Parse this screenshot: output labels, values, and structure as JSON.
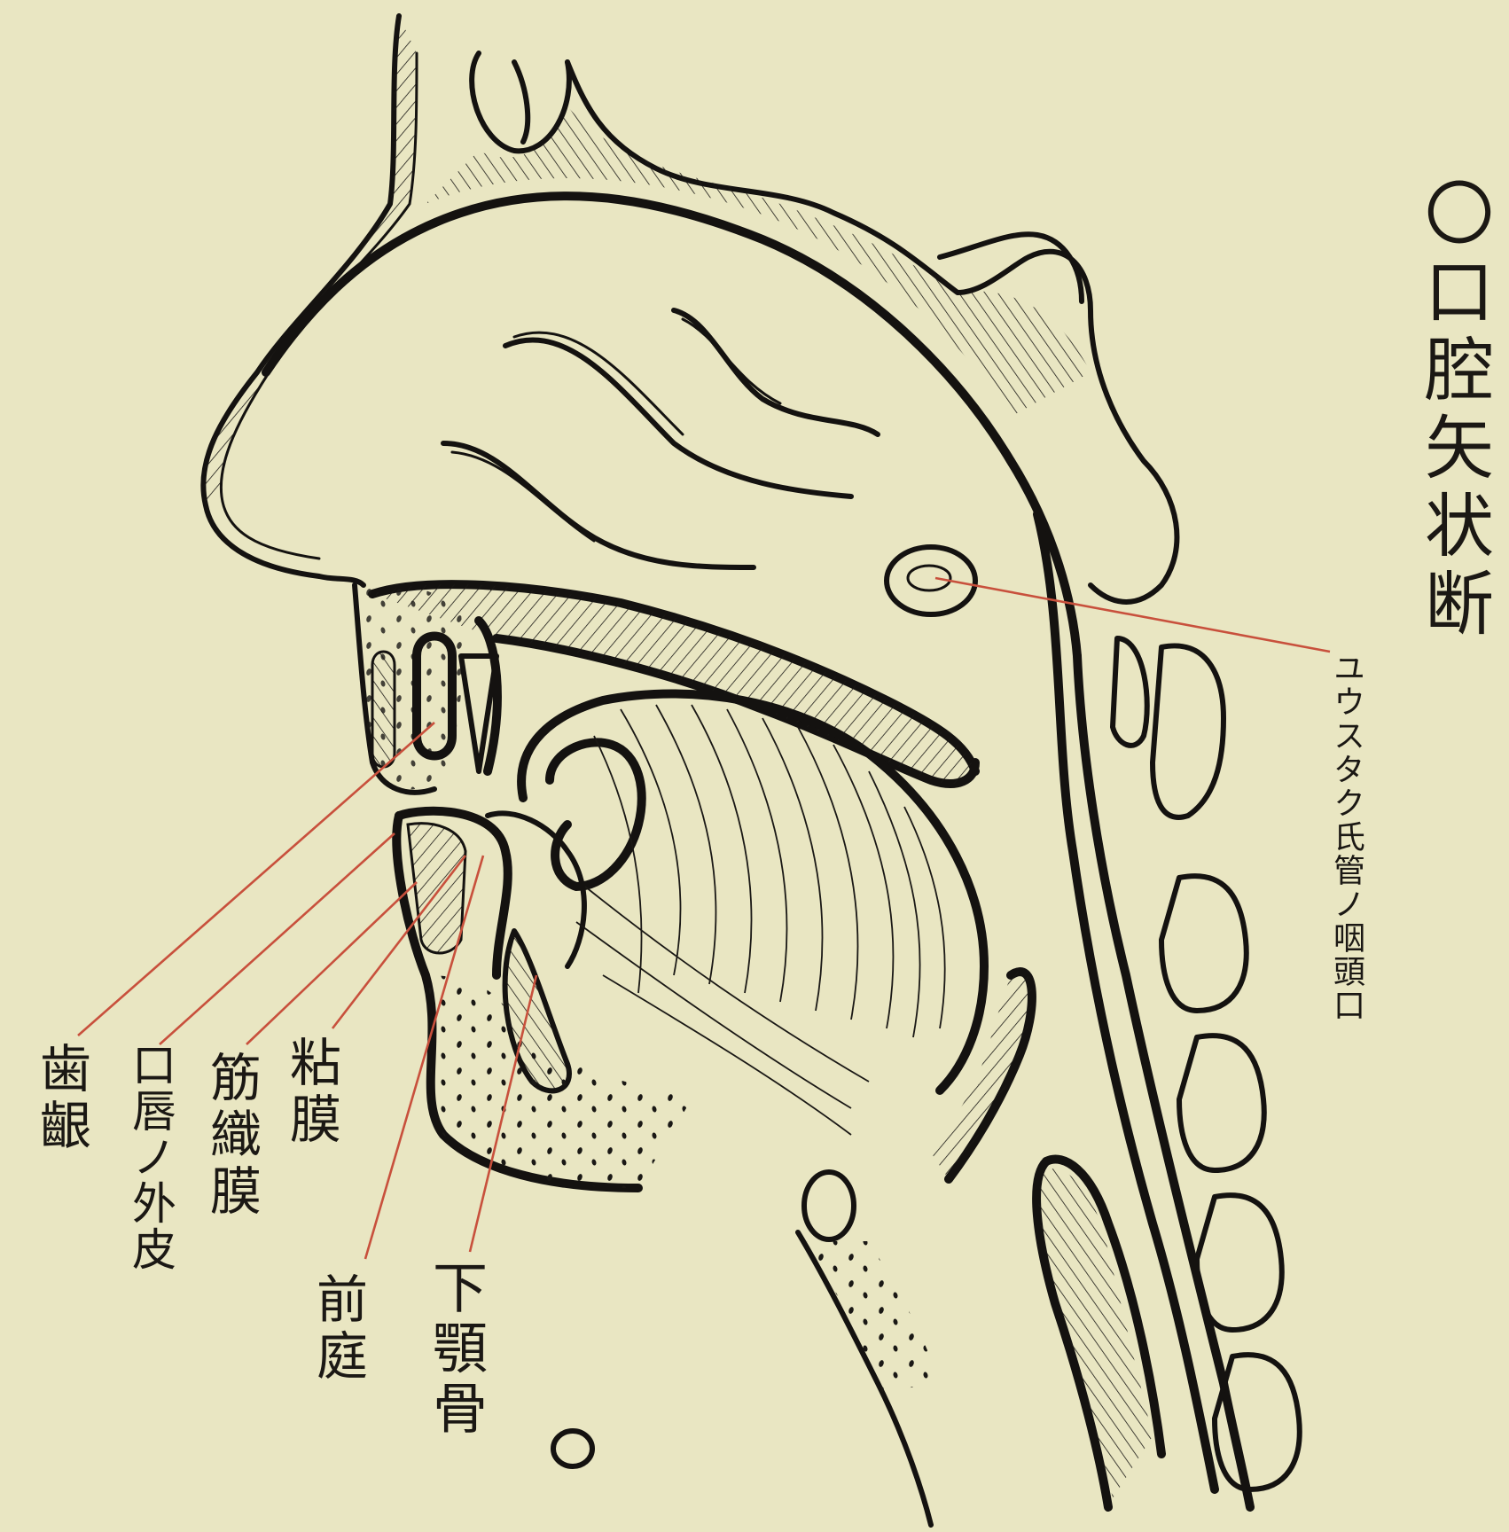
{
  "title": "〇口腔矢状断",
  "labels": {
    "teeth": "歯齦",
    "lip_skin": "口唇ノ外皮",
    "muscle": "筋織膜",
    "mucosa": "粘膜",
    "vestibule": "前庭",
    "mandible": "下顎骨",
    "eustachian": "ユウスタク氏管ノ咽頭口"
  },
  "colors": {
    "paper": "#e9e6c2",
    "ink": "#141210",
    "leader": "#c8503c"
  }
}
